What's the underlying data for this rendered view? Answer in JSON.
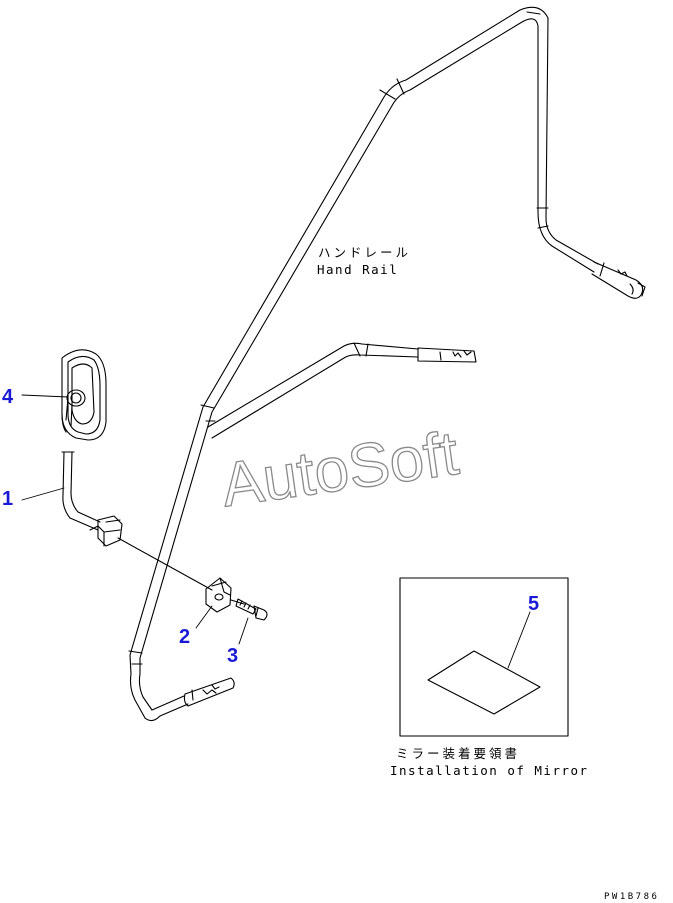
{
  "diagram": {
    "handrail_label_jp": "ハンドレール",
    "handrail_label_en": "Hand Rail",
    "install_label_jp": "ミラー装着要領書",
    "install_label_en": "Installation of Mirror",
    "watermark": "AutoSoft",
    "drawing_code": "PW1B786",
    "callouts": [
      "1",
      "2",
      "3",
      "4",
      "5"
    ]
  },
  "colors": {
    "callout": "#1a1ad6",
    "line": "#000000",
    "watermark_stroke": "#8a8a8a"
  }
}
